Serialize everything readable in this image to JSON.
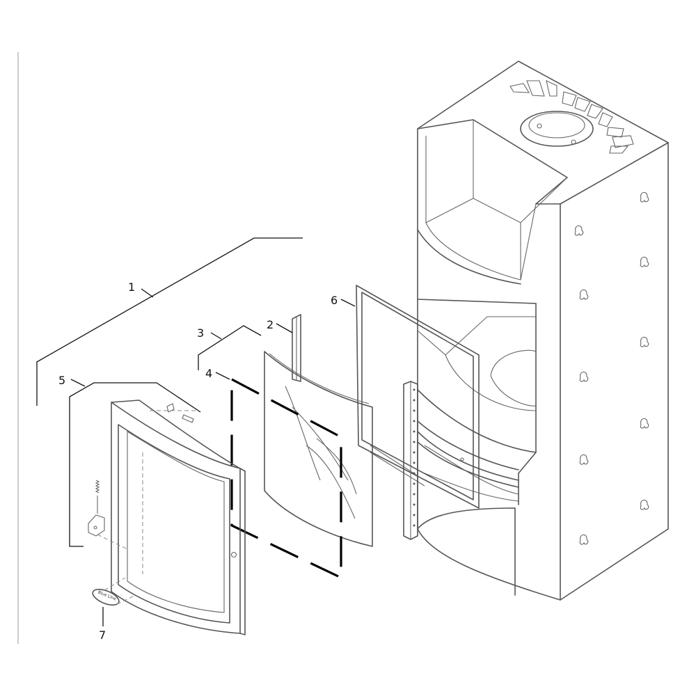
{
  "callouts": {
    "c1": "1",
    "c2": "2",
    "c3": "3",
    "c4": "4",
    "c5": "5",
    "c6": "6",
    "c7": "7"
  },
  "nameplate_text": "Blue Line",
  "colors": {
    "line": "#555555",
    "leader": "#111111",
    "gasket": "#000000",
    "background": "#ffffff"
  }
}
